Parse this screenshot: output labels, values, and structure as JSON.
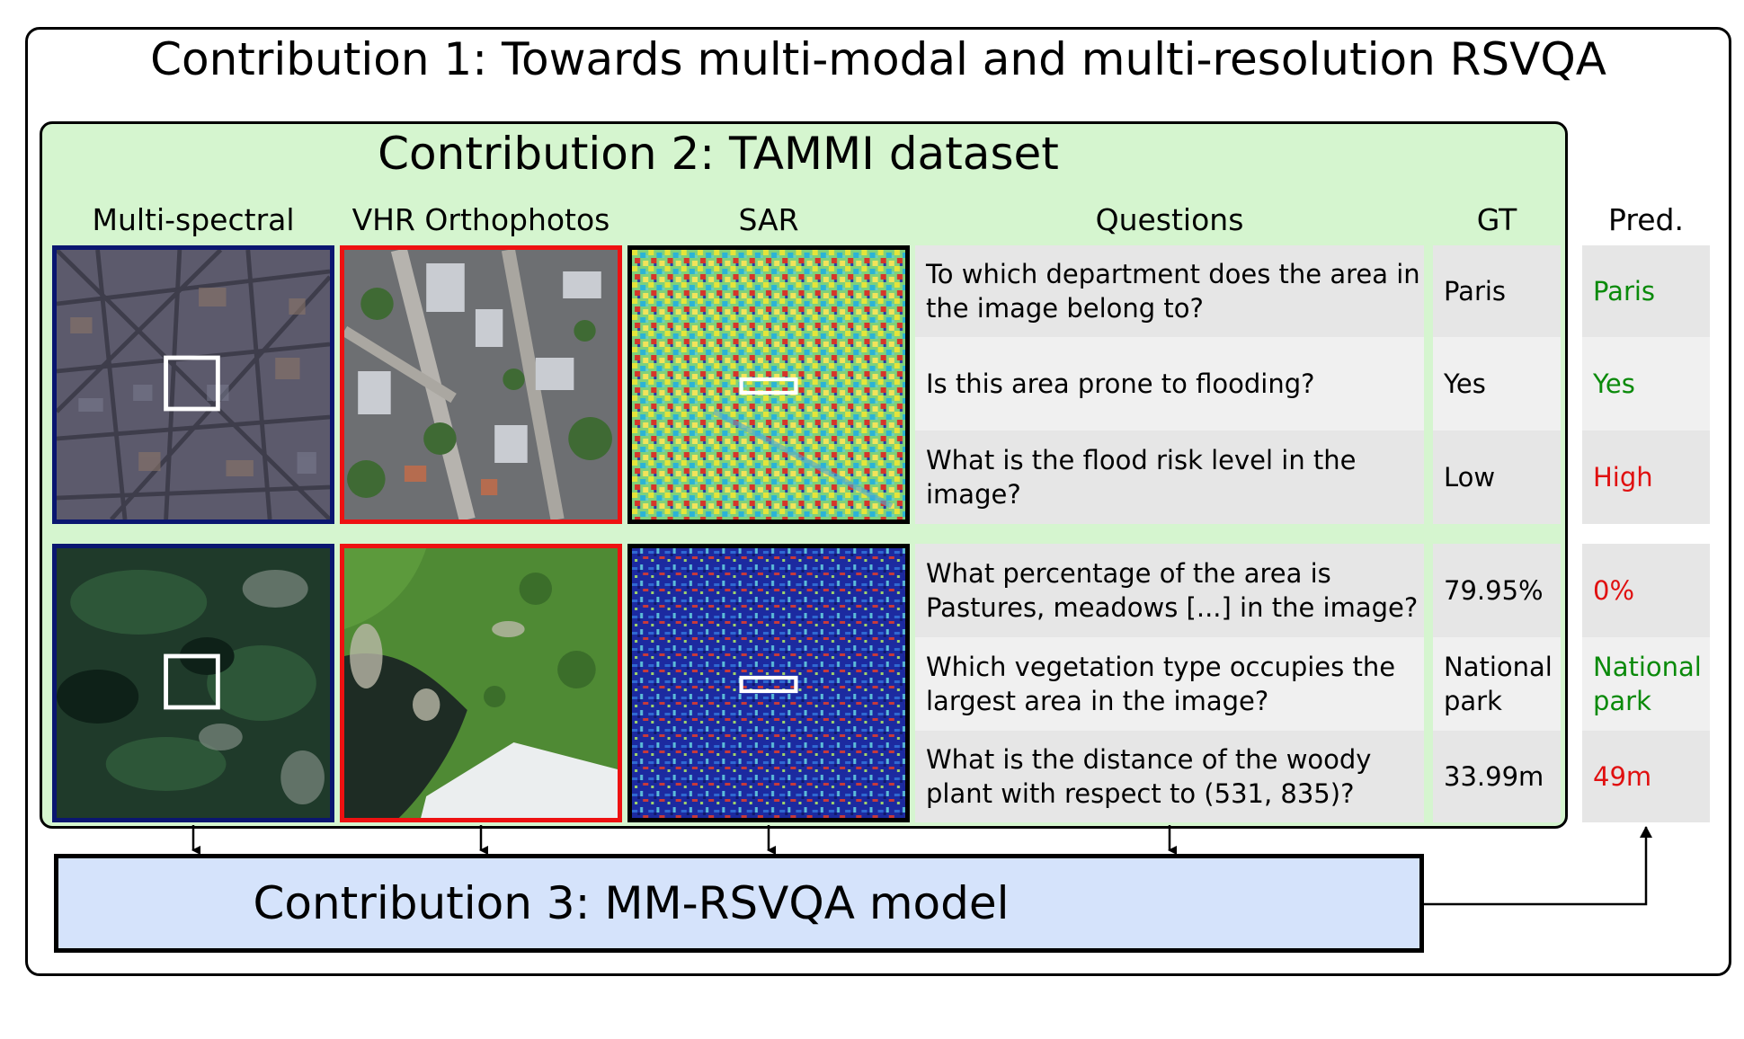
{
  "titles": {
    "contribution1": "Contribution 1: Towards multi-modal and multi-resolution RSVQA",
    "contribution2": "Contribution 2: TAMMI dataset",
    "contribution3": "Contribution 3: MM-RSVQA model"
  },
  "columns": {
    "multispectral": "Multi-spectral",
    "vhr": "VHR Orthophotos",
    "sar": "SAR",
    "questions": "Questions",
    "gt": "GT",
    "pred": "Pred."
  },
  "rows": [
    {
      "question": "To which department does the area in the image belong to?",
      "gt": "Paris",
      "pred": "Paris",
      "correct": true
    },
    {
      "question": "Is this area prone to flooding?",
      "gt": "Yes",
      "pred": "Yes",
      "correct": true
    },
    {
      "question": "What is the flood risk level in the image?",
      "gt": "Low",
      "pred": "High",
      "correct": false
    },
    {
      "question": "What percentage of the area is Pastures, meadows [...] in the image?",
      "gt": "79.95%",
      "pred": "0%",
      "correct": false
    },
    {
      "question": "Which vegetation type occupies the largest area in the image?",
      "gt": "National park",
      "pred": "National park",
      "correct": true
    },
    {
      "question": "What is the distance of the woody plant with respect to (531, 835)?",
      "gt": "33.99m",
      "pred": "49m",
      "correct": false
    }
  ],
  "colors": {
    "correct": "#0a8a0a",
    "wrong": "#e01010",
    "multispectral_border": "#0a1670",
    "vhr_border": "#ee1111",
    "sar_border": "#000000",
    "dataset_bg": "#d5f5cf",
    "model_bg": "#d5e3fb"
  }
}
